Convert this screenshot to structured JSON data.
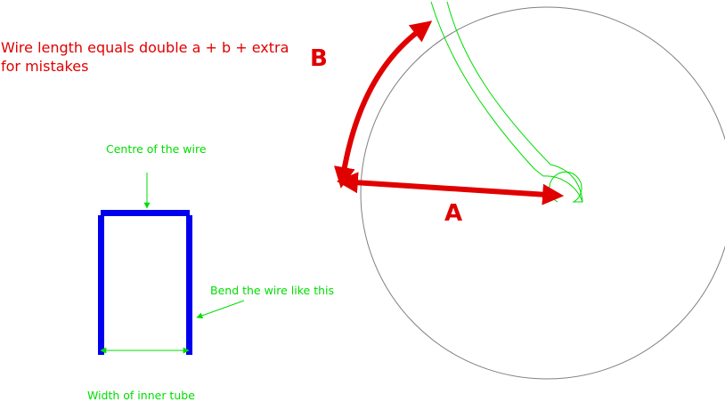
{
  "notes": {
    "wire_length_line1": "Wire length equals double a + b + extra",
    "wire_length_line2": "for mistakes"
  },
  "labels": {
    "a": "A",
    "b": "B",
    "centre_of_wire": "Centre of the wire",
    "bend_wire": "Bend the wire like this",
    "width_inner_tube": "Width of inner tube"
  },
  "colors": {
    "annotation_red": "#e00000",
    "wire_blue": "#0000ee",
    "guide_green": "#00dd00",
    "wheel_gray": "#808080"
  }
}
